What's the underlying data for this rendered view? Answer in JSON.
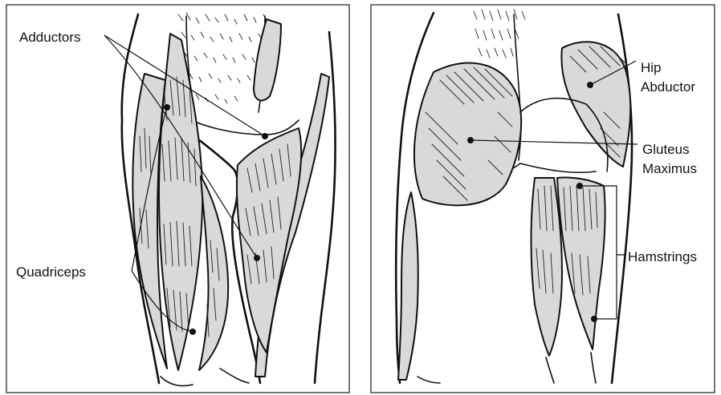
{
  "colors": {
    "muscle_fill": "#d9d9d9",
    "ink": "#111111",
    "background": "#ffffff"
  },
  "front_panel": {
    "labels": {
      "adductors": "Adductors",
      "quadriceps": "Quadriceps"
    }
  },
  "back_panel": {
    "labels": {
      "hip_abductor_line1": "Hip",
      "hip_abductor_line2": "Abductor",
      "gluteus_line1": "Gluteus",
      "gluteus_line2": "Maximus",
      "hamstrings": "Hamstrings"
    }
  }
}
